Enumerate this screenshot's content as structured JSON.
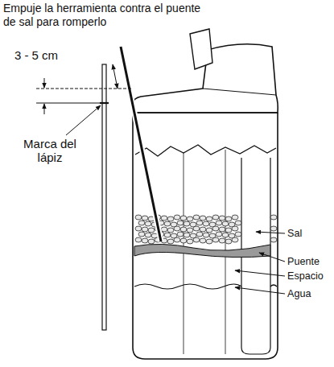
{
  "diagram": {
    "labels": [
      "Empuje la herramienta contra el puente de sal para romperlo",
      "3 - 5 cm",
      "Marca del lápiz",
      "Sal",
      "Puente",
      "Espacio",
      "Agua"
    ]
  }
}
